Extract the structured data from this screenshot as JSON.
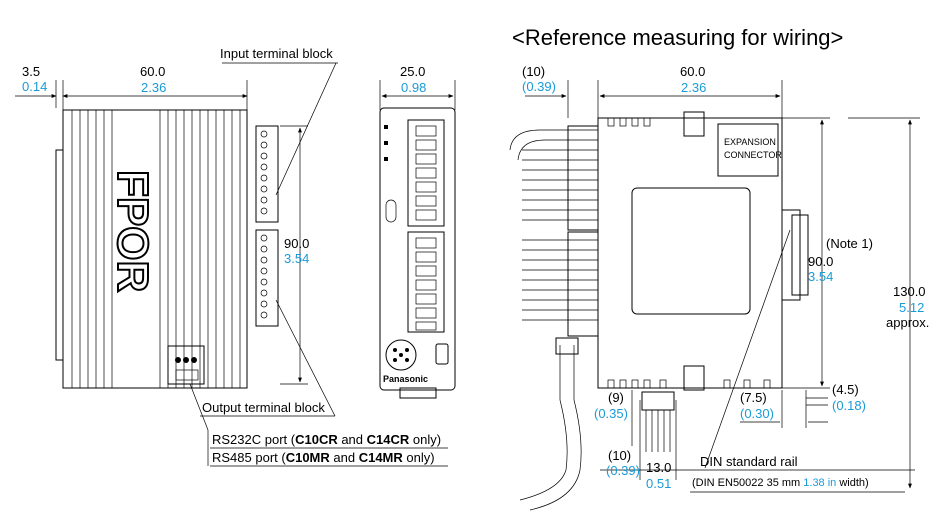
{
  "title": "<Reference measuring for wiring>",
  "left": {
    "dim_35": {
      "mm": "3.5",
      "in": "0.14"
    },
    "dim_width": {
      "mm": "60.0",
      "in": "2.36"
    },
    "dim_height": {
      "mm": "90.0",
      "in": "3.54"
    },
    "input_label": "Input terminal block",
    "output_label": "Output terminal block",
    "port_line1": {
      "pre": "RS232C port (",
      "b1": "C10CR",
      "mid": " and ",
      "b2": "C14CR",
      "post": " only)"
    },
    "port_line2": {
      "pre": "RS485 port (",
      "b1": "C10MR",
      "mid": " and ",
      "b2": "C14MR",
      "post": " only)"
    },
    "logo": "FPOR"
  },
  "middle": {
    "dim_width": {
      "mm": "25.0",
      "in": "0.98"
    },
    "brand": "Panasonic"
  },
  "right": {
    "dim_10": {
      "mm": "(10)",
      "in": "(0.39)"
    },
    "dim_width": {
      "mm": "60.0",
      "in": "2.36"
    },
    "connector_label1": "EXPANSION",
    "connector_label2": "CONNECTOR",
    "note": "(Note 1)",
    "dim_height": {
      "mm": "90.0",
      "in": "3.54"
    },
    "dim_total": {
      "mm": "130.0",
      "in": "5.12",
      "extra": "approx."
    },
    "dim_45": {
      "mm": "(4.5)",
      "in": "(0.18)"
    },
    "dim_75": {
      "mm": "(7.5)",
      "in": "(0.30)"
    },
    "dim_9": {
      "mm": "(9)",
      "in": "(0.35)"
    },
    "dim_10b": {
      "mm": "(10)",
      "in": "(0.39)"
    },
    "dim_13": {
      "mm": "13.0",
      "in": "0.51"
    },
    "rail_label": "DIN standard rail",
    "rail_spec": {
      "pre": "(DIN EN50022 35 mm ",
      "in": "1.38 in",
      "post": " width)"
    }
  }
}
